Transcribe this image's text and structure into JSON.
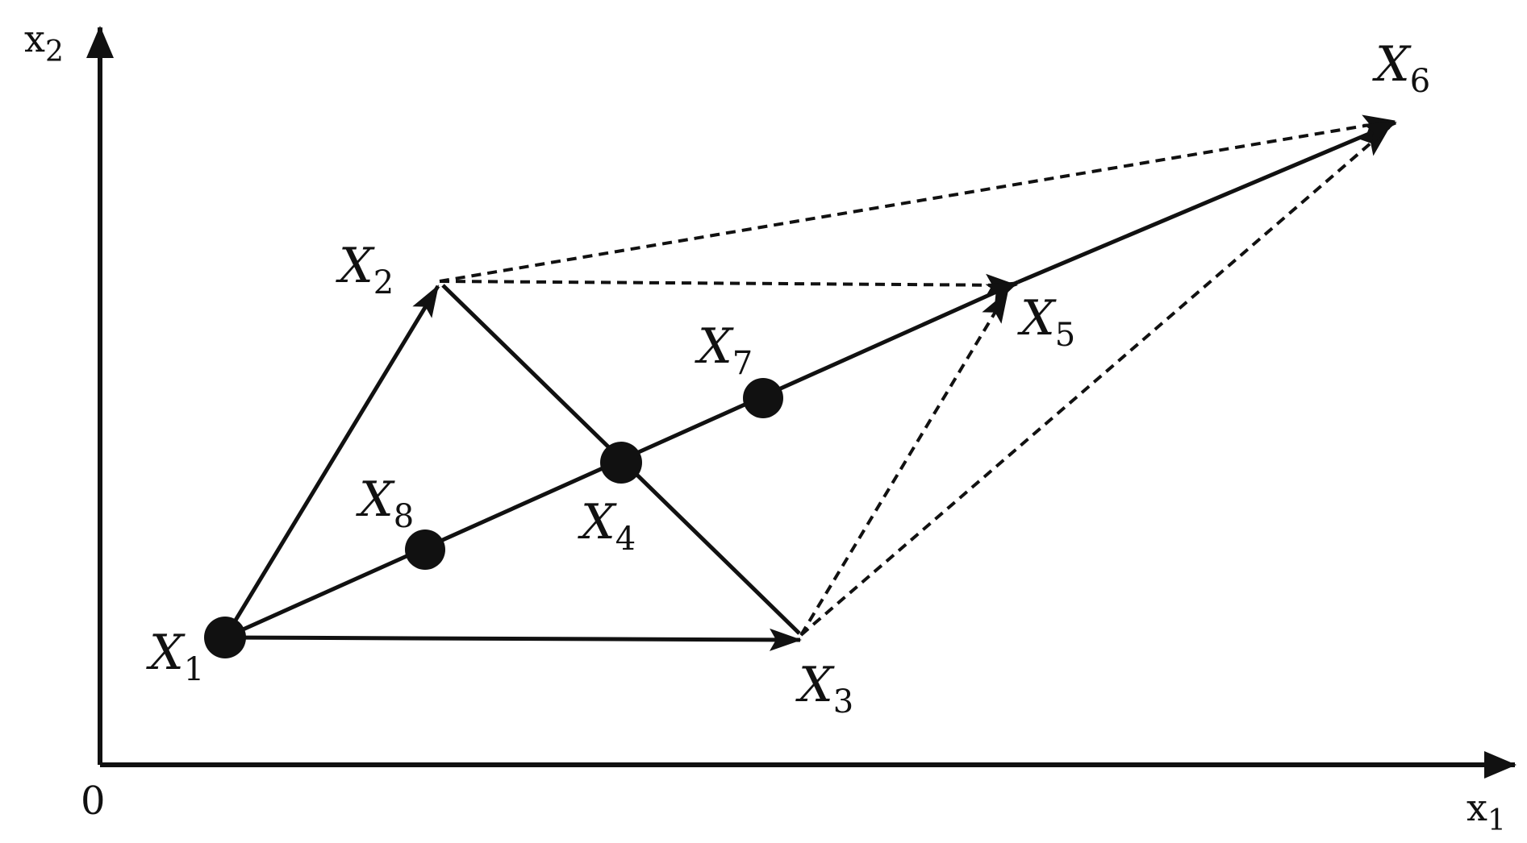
{
  "axes": {
    "origin_label": "0",
    "x_label": {
      "base": "x",
      "sub": "1"
    },
    "y_label": {
      "base": "x",
      "sub": "2"
    }
  },
  "points": {
    "X1": {
      "base": "X",
      "sub": "1"
    },
    "X2": {
      "base": "X",
      "sub": "2"
    },
    "X3": {
      "base": "X",
      "sub": "3"
    },
    "X4": {
      "base": "X",
      "sub": "4"
    },
    "X5": {
      "base": "X",
      "sub": "5"
    },
    "X6": {
      "base": "X",
      "sub": "6"
    },
    "X7": {
      "base": "X",
      "sub": "7"
    },
    "X8": {
      "base": "X",
      "sub": "8"
    }
  },
  "colors": {
    "ink": "#111111",
    "background": "#ffffff"
  }
}
